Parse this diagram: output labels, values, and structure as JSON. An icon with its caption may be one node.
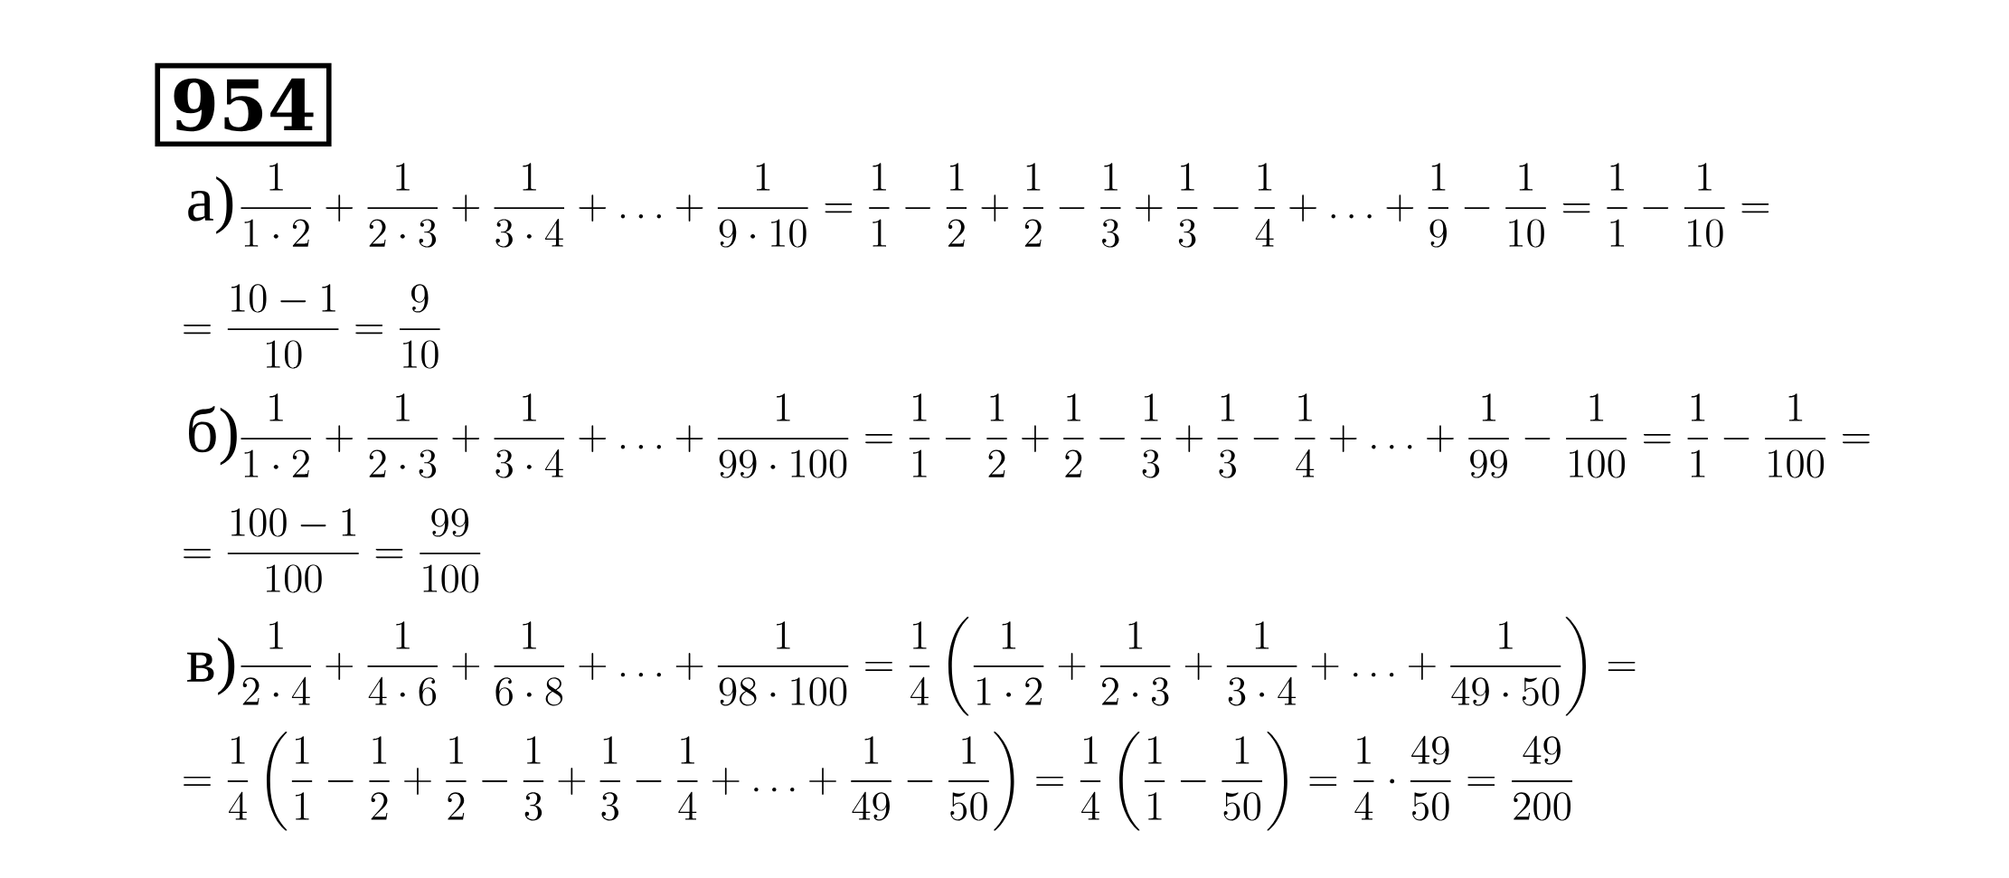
{
  "diagram": {
    "nodes": [
      {
        "text": [
          "954"
        ]
      }
    ],
    "labels": [
      "а)",
      "\\frac{1}{1\\cdot 2}+\\frac{1}{2\\cdot 3}+\\frac{1}{3\\cdot 4}+\\ldots+\\frac{1}{9\\cdot 10}=\\frac{1}{1}-\\frac{1}{2}+\\frac{1}{2}-\\frac{1}{3}+\\frac{1}{3}-\\frac{1}{4}+\\ldots+\\frac{1}{9}-\\frac{1}{10}=\\frac{1}{1}-\\frac{1}{10}=",
      "=\\frac{10-1}{10}=\\frac{9}{10}",
      "б)",
      "\\frac{1}{1\\cdot 2}+\\frac{1}{2\\cdot 3}+\\frac{1}{3\\cdot 4}+\\ldots+\\frac{1}{99\\cdot 100}=\\frac{1}{1}-\\frac{1}{2}+\\frac{1}{2}-\\frac{1}{3}+\\frac{1}{3}-\\frac{1}{4}+\\ldots+\\frac{1}{99}-\\frac{1}{100}=\\frac{1}{1}-\\frac{1}{100}=",
      "=\\frac{100-1}{100}=\\frac{99}{100}",
      "в)",
      "\\frac{1}{2\\cdot 4}+\\frac{1}{4\\cdot 6}+\\frac{1}{6\\cdot 8}+\\ldots+\\frac{1}{98\\cdot 100}=\\frac{1}{4}\\left(\\frac{1}{1\\cdot 2}+\\frac{1}{2\\cdot 3}+\\frac{1}{3\\cdot 4}+\\ldots+\\frac{1}{49\\cdot 50}\\right)=",
      "=\\frac{1}{4}\\left(\\frac{1}{1}-\\frac{1}{2}+\\frac{1}{2}-\\frac{1}{3}+\\frac{1}{3}-\\frac{1}{4}+\\ldots+\\frac{1}{49}-\\frac{1}{50}\\right)=\\frac{1}{4}\\left(\\frac{1}{1}-\\frac{1}{50}\\right)=\\frac{1}{4}\\cdot\\frac{49}{50}=\\frac{49}{200}"
    ]
  }
}
